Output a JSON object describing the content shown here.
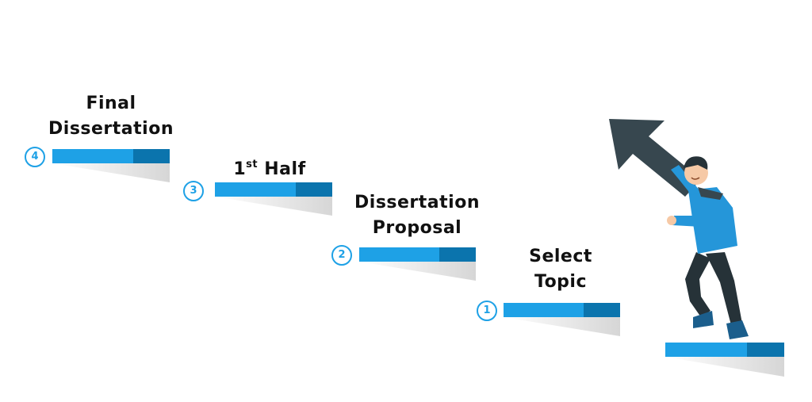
{
  "steps": [
    {
      "number": "1",
      "line1": "Select",
      "line2": "Topic"
    },
    {
      "number": "2",
      "line1": "Dissertation",
      "line2": "Proposal"
    },
    {
      "number": "3",
      "label_main": "1",
      "label_sup": "st",
      "label_rest": " Half"
    },
    {
      "number": "4",
      "line1": "Final",
      "line2": "Dissertation"
    }
  ],
  "colors": {
    "step_light": "#1ea1e6",
    "step_dark": "#0b74ad",
    "shadow": "#dedede",
    "arrow": "#37474f",
    "shirt": "#2596d9",
    "pants": "#263238"
  }
}
